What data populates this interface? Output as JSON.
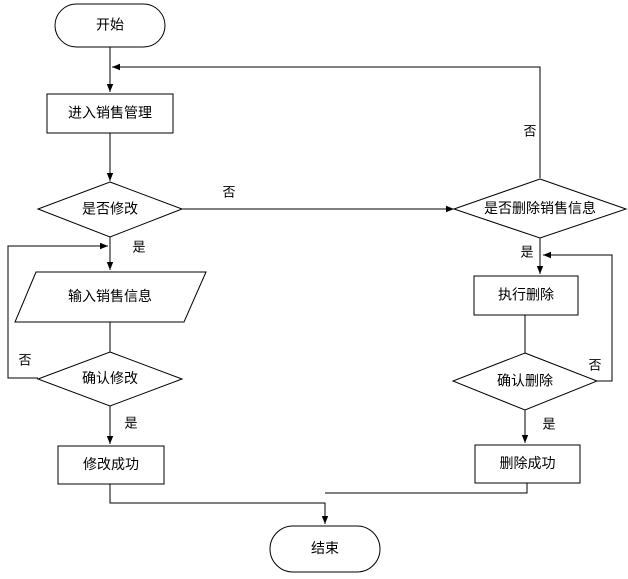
{
  "nodes": {
    "start": "开始",
    "enter_sales": "进入销售管理",
    "modify_q": "是否修改",
    "input_info": "输入销售信息",
    "confirm_modify": "确认修改",
    "modify_success": "修改成功",
    "delete_q": "是否删除销售信息",
    "exec_delete": "执行删除",
    "confirm_delete": "确认删除",
    "delete_success": "删除成功",
    "end": "结束"
  },
  "edge_labels": {
    "modify_no": "否",
    "modify_yes": "是",
    "confirm_modify_no": "否",
    "confirm_modify_yes": "是",
    "delete_no": "否",
    "delete_yes": "是",
    "confirm_delete_no": "否",
    "confirm_delete_yes": "是"
  }
}
